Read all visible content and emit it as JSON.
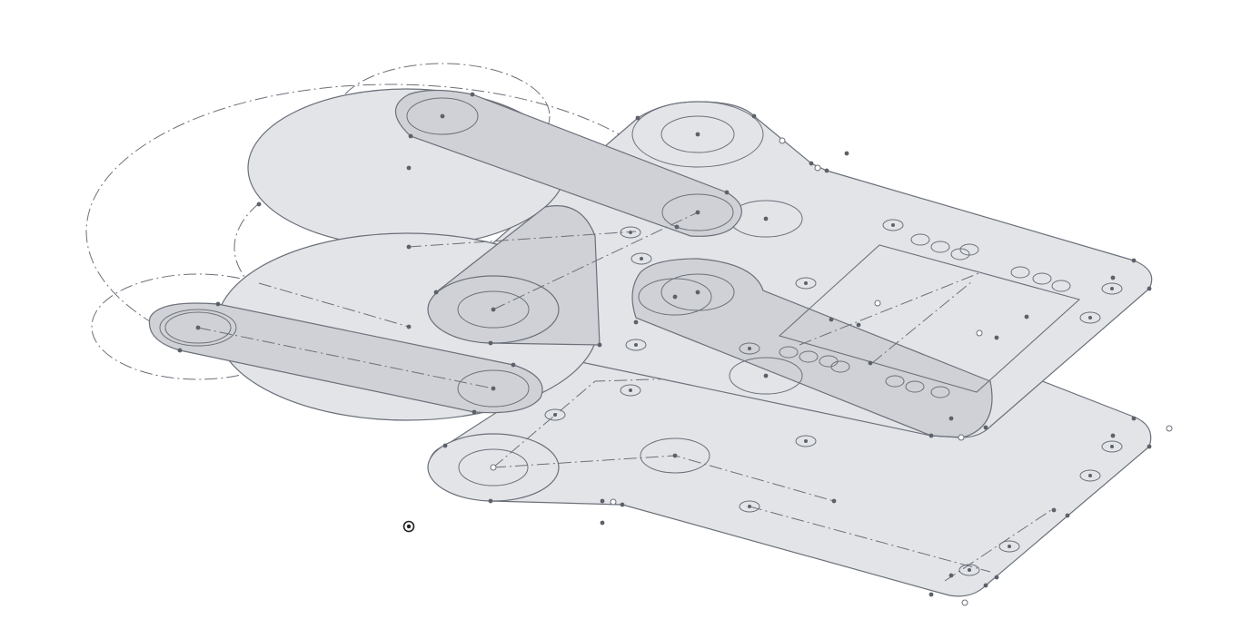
{
  "canvas": {
    "type": "cad-sketch-isometric-view",
    "background": "#ffffff",
    "fill_color": "#e2e4e8",
    "dark_fill_color": "#cfd1d6",
    "line_color": "#6b7079"
  },
  "elements": {
    "lower_plate": "sketch-region",
    "upper_plate": "sketch-region",
    "linkage_arms": "sketch-region",
    "construction_circles": "construction-geometry",
    "origin_marker": "origin-icon"
  }
}
